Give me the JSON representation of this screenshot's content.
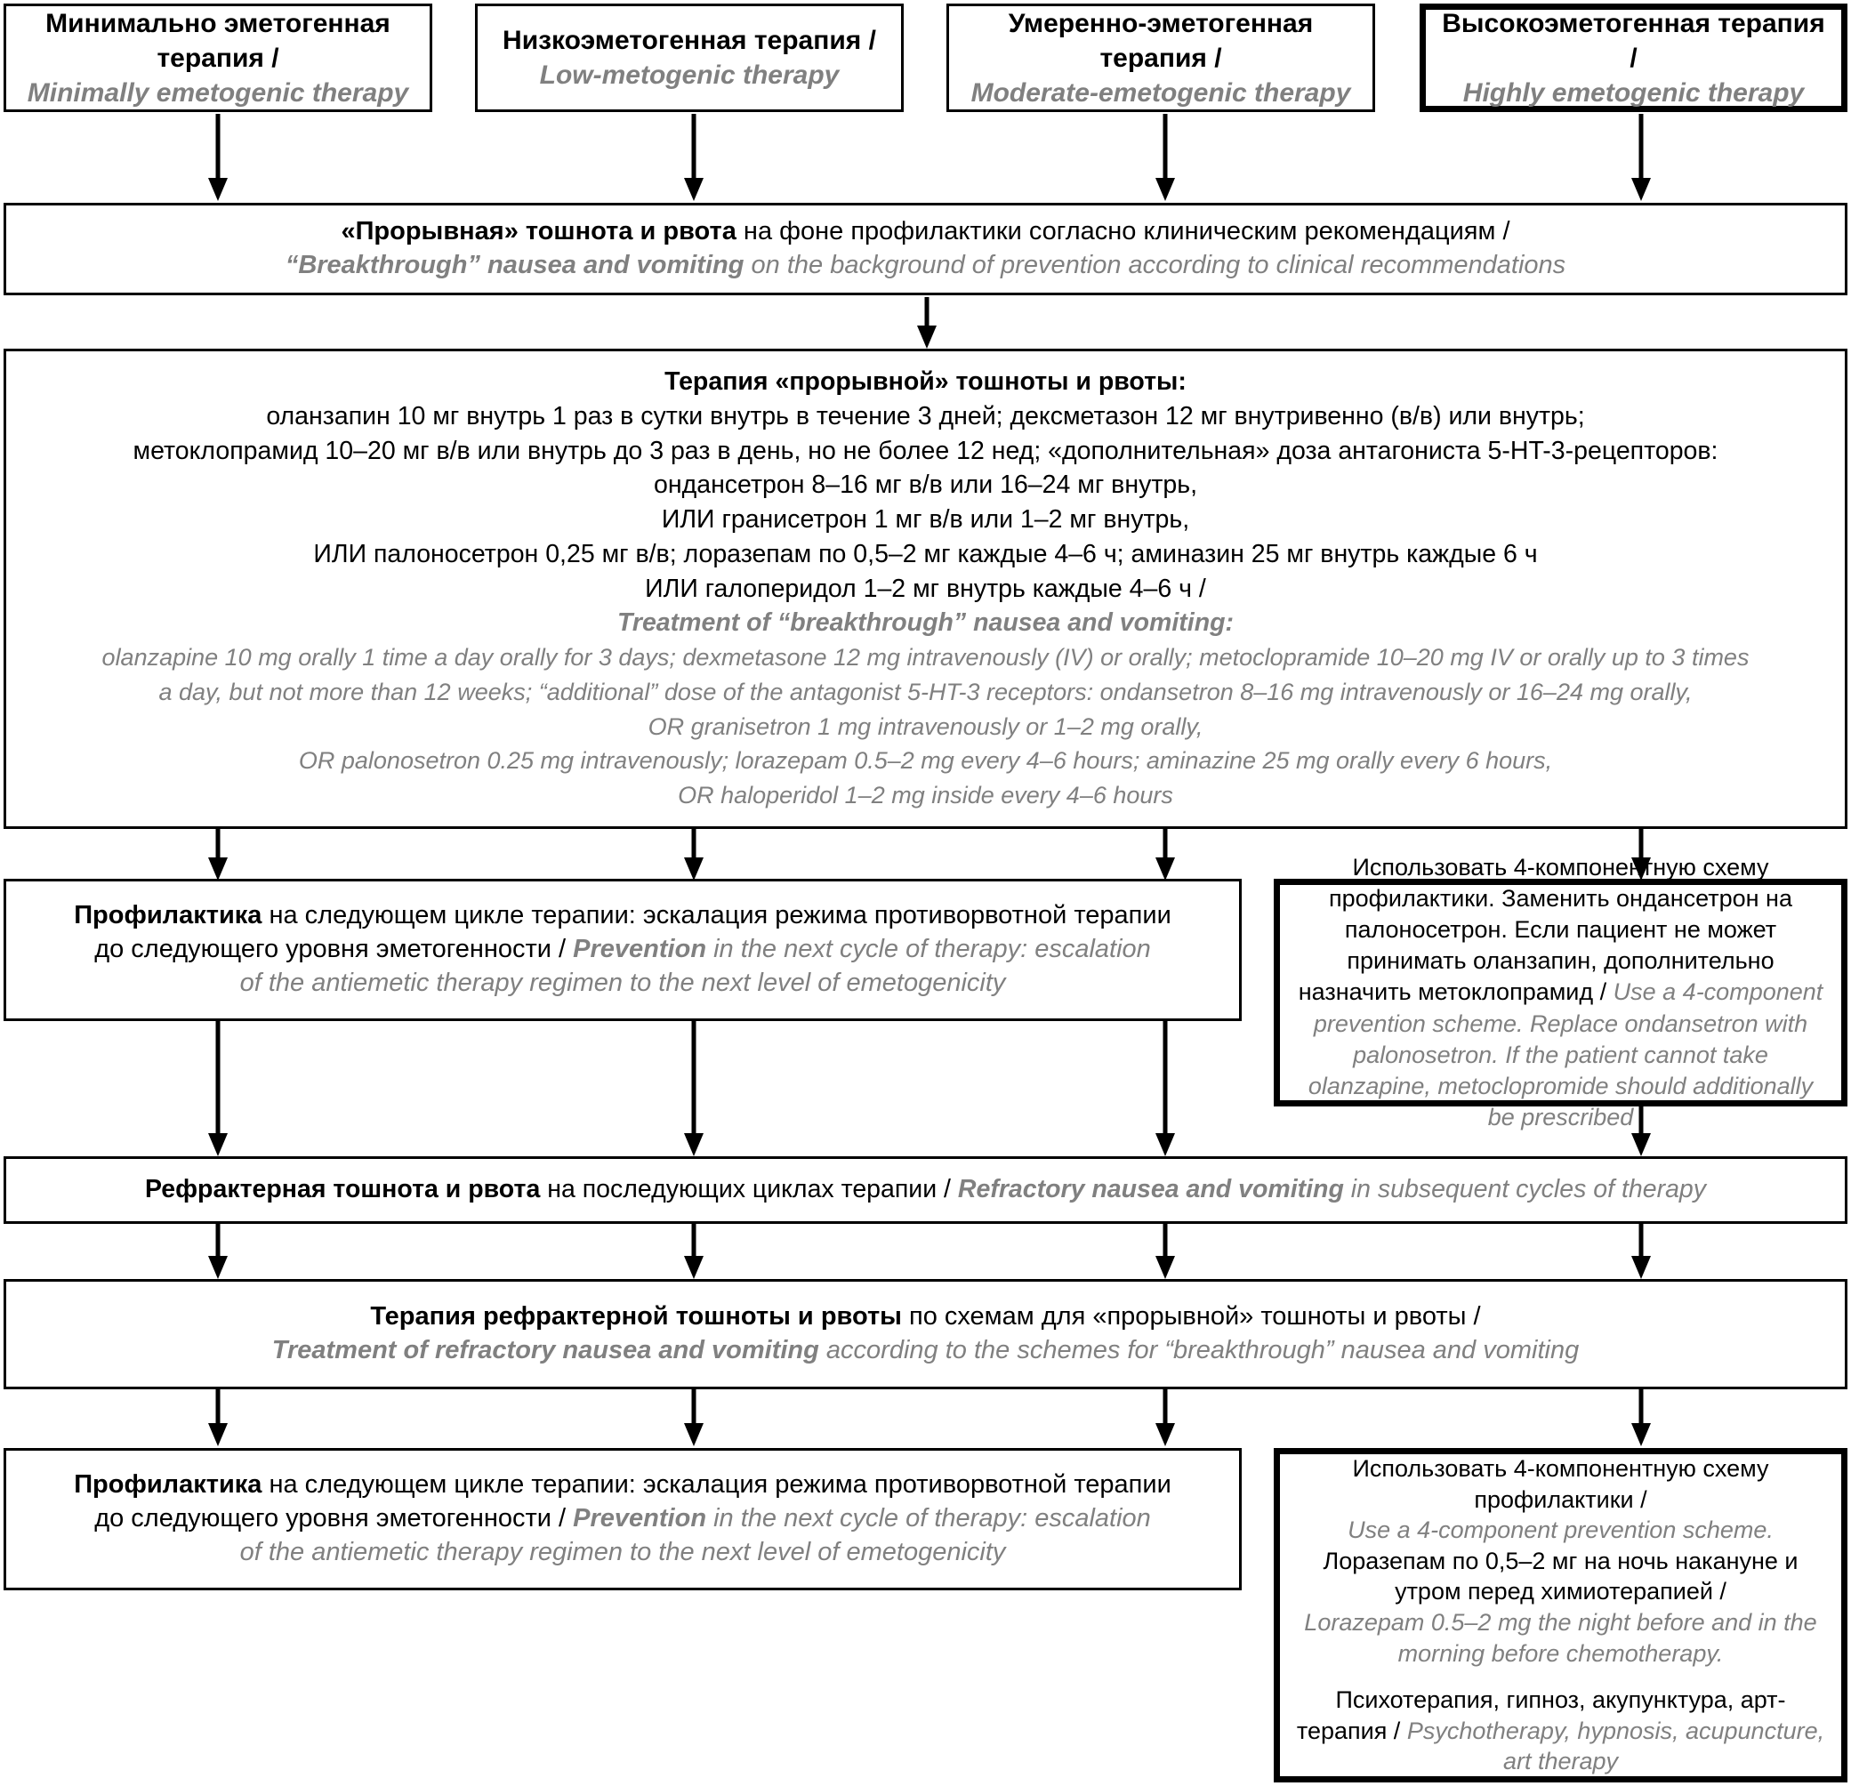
{
  "palette": {
    "ink": "#000000",
    "translation": "#808080",
    "background": "#ffffff"
  },
  "top_row": [
    {
      "ru": "Минимально эметогенная терапия /",
      "en": "Minimally emetogenic therapy"
    },
    {
      "ru": "Низкоэметогенная терапия /",
      "en": "Low-metogenic therapy"
    },
    {
      "ru": "Умеренно-эметогенная терапия /",
      "en": "Moderate-emetogenic therapy"
    },
    {
      "ru": "Высокоэметогенная терапия /",
      "en": "Highly emetogenic therapy"
    }
  ],
  "breakthrough": {
    "ru_bold": "«Прорывная» тошнота и рвота",
    "ru_rest": " на фоне профилактики согласно клиническим рекомендациям /",
    "en_bold": "“Breakthrough” nausea and vomiting",
    "en_rest": " on the background of prevention according to clinical recommendations"
  },
  "therapy": {
    "ru_title": "Терапия «прорывной» тошноты и рвоты:",
    "ru_lines": [
      "оланзапин 10 мг внутрь 1 раз в сутки внутрь в течение 3 дней; дексметазон 12 мг внутривенно (в/в) или внутрь;",
      "метоклопрамид 10–20 мг в/в или внутрь до 3 раз в день, но не более 12 нед; «дополнительная» доза антагониста 5-HT-3-рецепторов:",
      "ондансетрон 8–16 мг в/в или 16–24 мг внутрь,",
      "ИЛИ гранисетрон 1 мг в/в или 1–2 мг внутрь,",
      "ИЛИ палоносетрон 0,25 мг в/в; лоразепам по 0,5–2 мг каждые 4–6 ч;  аминазин 25 мг внутрь каждые 6 ч",
      "ИЛИ галоперидол 1–2 мг внутрь каждые 4–6 ч /"
    ],
    "en_title": "Treatment of “breakthrough” nausea and vomiting:",
    "en_lines": [
      "olanzapine 10 mg orally 1 time a day orally for 3 days; dexmetasone 12 mg intravenously (IV) or orally; metoclopramide 10–20 mg IV or orally up to 3 times",
      "a day, but not more than 12 weeks; “additional” dose of the antagonist 5-HT-3 receptors: ondansetron 8–16 mg intravenously or 16–24 mg orally,",
      "OR granisetron 1 mg intravenously or 1–2 mg orally,",
      "OR palonosetron 0.25 mg intravenously; lorazepam 0.5–2 mg every 4–6 hours; aminazine 25 mg orally every 6 hours,",
      "OR haloperidol 1–2 mg inside every 4–6 hours"
    ]
  },
  "prevention": {
    "ru_bold": "Профилактика",
    "ru_line1": " на следующем цикле терапии: эскалация режима противорвотной терапии",
    "ru_line2": "до следующего уровня эметогенности / ",
    "en_bold": "Prevention",
    "en_line2": " in the next cycle of therapy: escalation",
    "en_line3": "of the antiemetic therapy regimen to the next level of emetogenicity"
  },
  "note_scheme_1": {
    "ru": "Использовать 4-компонентную схему профилактики. Заменить ондансетрон на палоносетрон. Если пациент не может принимать оланзапин, дополнительно назначить метоклопрамид / ",
    "en": "Use a 4-component prevention scheme. Replace ondansetron with palonosetron. If the patient cannot take olanzapine, metoclopromide should additionally be prescribed"
  },
  "refractory": {
    "ru_bold": "Рефрактерная тошнота и рвота",
    "ru_rest": " на последующих циклах терапии / ",
    "en_bold": "Refractory nausea and vomiting",
    "en_rest": " in subsequent cycles of therapy"
  },
  "refractory_treatment": {
    "ru_bold": "Терапия рефрактерной тошноты и рвоты",
    "ru_rest": " по схемам для «прорывной» тошноты и рвоты /",
    "en_bold": "Treatment of refractory nausea and vomiting",
    "en_rest": " according to the schemes for “breakthrough” nausea and vomiting"
  },
  "note_scheme_2": {
    "ru_1": "Использовать 4-компонентную схему профилактики /",
    "en_1": "Use a 4-component prevention scheme.",
    "ru_2": "Лоразепам по 0,5–2 мг на ночь накануне и утром перед химиотерапией /",
    "en_2": "Lorazepam 0.5–2 mg the night before and in the morning before chemotherapy.",
    "ru_3": "Психотерапия, гипноз, акупунктура, арт-терапия / ",
    "en_3": "Psychotherapy, hypnosis, acupuncture, art therapy"
  },
  "connectors": {
    "column_x": [
      245,
      780,
      1310,
      1845
    ],
    "icon": "down-arrow-icon"
  }
}
